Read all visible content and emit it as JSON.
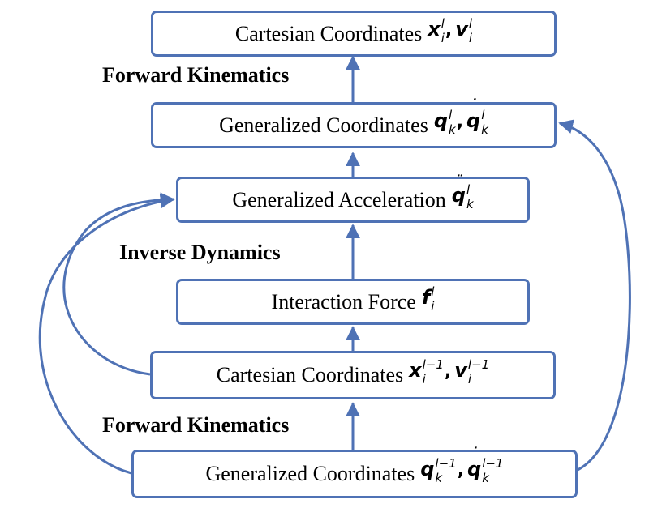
{
  "colors": {
    "stroke": "#4f72b5",
    "text": "#000000",
    "background": "#ffffff"
  },
  "labels": {
    "forward_kinematics_top": "Forward Kinematics",
    "inverse_dynamics": "Inverse Dynamics",
    "forward_kinematics_bottom": "Forward Kinematics"
  },
  "boxes": {
    "cartesian_top": {
      "text": "Cartesian Coordinates",
      "sym1": "x",
      "sup1": "l",
      "sub1": "i",
      "sym2": "v",
      "sup2": "l",
      "sub2": "i"
    },
    "generalized_coords_top": {
      "text": "Generalized Coordinates",
      "sym1": "q",
      "sup1": "l",
      "sub1": "k",
      "sym2": "q",
      "sup2": "l",
      "sub2": "k"
    },
    "generalized_acceleration": {
      "text": "Generalized Acceleration",
      "sym1": "q",
      "sup1": "l",
      "sub1": "k"
    },
    "interaction_force": {
      "text": "Interaction Force",
      "sym1": "f",
      "sup1": "l",
      "sub1": "i"
    },
    "cartesian_bottom": {
      "text": "Cartesian Coordinates",
      "sym1": "x",
      "sup1": "l−1",
      "sub1": "i",
      "sym2": "v",
      "sup2": "l−1",
      "sub2": "i"
    },
    "generalized_coords_bottom": {
      "text": "Generalized Coordinates",
      "sym1": "q",
      "sup1": "l−1",
      "sub1": "k",
      "sym2": "q",
      "sup2": "l−1",
      "sub2": "k"
    }
  }
}
